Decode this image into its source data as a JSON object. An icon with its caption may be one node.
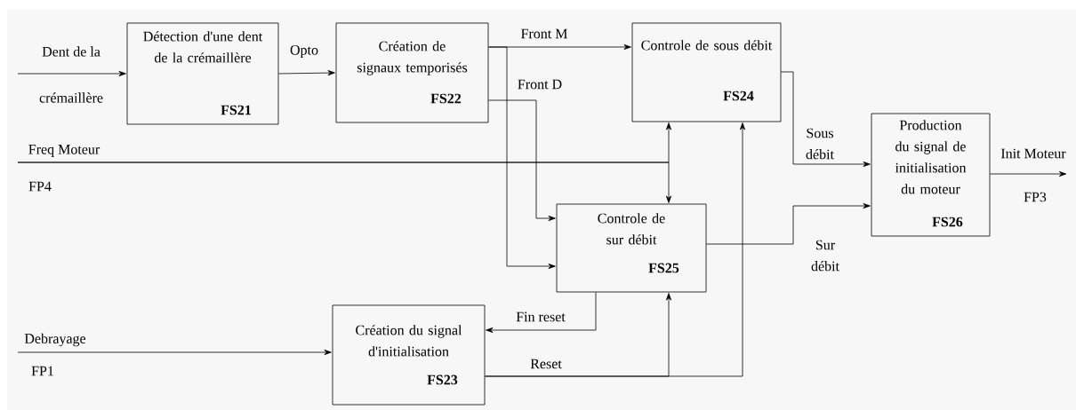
{
  "diagram": {
    "nodes": [
      {
        "text": [
          "Détection d'une dent de la crémaillère",
          "FS21"
        ]
      },
      {
        "text": [
          "Création de signaux temporisés",
          "FS22"
        ]
      },
      {
        "text": [
          "Controle de sous débit",
          "FS24"
        ]
      },
      {
        "text": [
          "Controle de sur débit",
          "FS25"
        ]
      },
      {
        "text": [
          "Création du signal d'initialisation",
          "FS23"
        ]
      },
      {
        "text": [
          "Production du signal de initialisation du moteur",
          "FS26"
        ]
      }
    ],
    "edges": [
      {
        "from": null,
        "to": 0,
        "arrow": "to",
        "label": "Dent de la"
      },
      {
        "from": 0,
        "to": 1,
        "arrow": "to",
        "label": "Opto"
      },
      {
        "from": 1,
        "to": 2,
        "arrow": "to",
        "label": "Front M"
      },
      {
        "from": 1,
        "to": 3,
        "arrow": "to"
      },
      {
        "from": 1,
        "to": 3,
        "arrow": "to",
        "label": "Front D"
      },
      {
        "from": null,
        "to": 2,
        "arrow": "to",
        "label": "Freq Moteur"
      },
      {
        "from": null,
        "to": 3,
        "arrow": "to"
      },
      {
        "from": 3,
        "to": 4,
        "arrow": "to",
        "label": "Fin reset"
      },
      {
        "from": 4,
        "to": 3,
        "arrow": "to",
        "label": "Reset"
      },
      {
        "from": 4,
        "to": 2,
        "arrow": "to"
      },
      {
        "from": 2,
        "to": 5,
        "arrow": "to",
        "label": "Sous débit"
      },
      {
        "from": 3,
        "to": 5,
        "arrow": "to",
        "label": "Sur débit"
      },
      {
        "from": 5,
        "to": null,
        "arrow": "to",
        "label": "Init Moteur"
      },
      {
        "from": null,
        "to": 4,
        "arrow": "to",
        "label": "Debrayage"
      }
    ],
    "labels": [
      "crémaillère",
      "FP4",
      "FP3",
      "FP1"
    ]
  }
}
